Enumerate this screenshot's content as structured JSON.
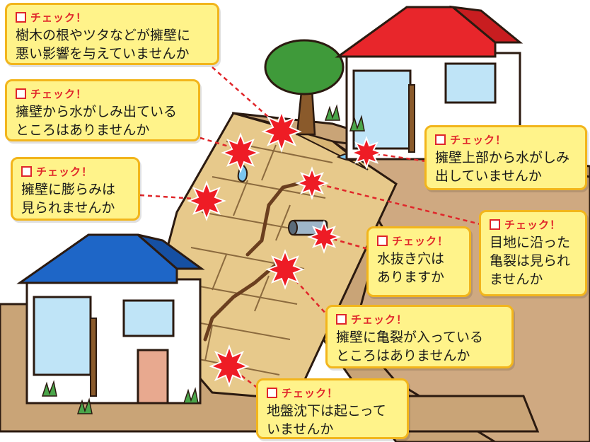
{
  "check_label": "チェック！",
  "colors": {
    "callout_fill": "#fff38a",
    "callout_border": "#f2b51c",
    "check_red": "#e0262a",
    "burst_red": "#ee1c25",
    "wall_stone": "#e7c98b",
    "roof_red": "#e8262b",
    "roof_blue": "#1e66c7",
    "ground": "#c9a477"
  },
  "icons": [
    "checkbox-icon",
    "burst-icon",
    "tree-icon",
    "drain-pipe-icon",
    "water-drop-icon",
    "grass-icon"
  ],
  "callouts": [
    {
      "lines": [
        "樹木の根やツタなどが擁壁に",
        "悪い影響を与えていませんか"
      ]
    },
    {
      "lines": [
        "擁壁から水がしみ出ている",
        "ところはありませんか"
      ]
    },
    {
      "lines": [
        "擁壁に膨らみは",
        "見られませんか"
      ]
    },
    {
      "lines": [
        "擁壁上部から水がしみ",
        "出していませんか"
      ]
    },
    {
      "lines": [
        "目地に沿った",
        "亀裂は見られ",
        "ませんか"
      ]
    },
    {
      "lines": [
        "水抜き穴は",
        "ありますか"
      ]
    },
    {
      "lines": [
        "擁壁に亀裂が入っている",
        "ところはありませんか"
      ]
    },
    {
      "lines": [
        "地盤沈下は起こって",
        "いませんか"
      ]
    }
  ]
}
